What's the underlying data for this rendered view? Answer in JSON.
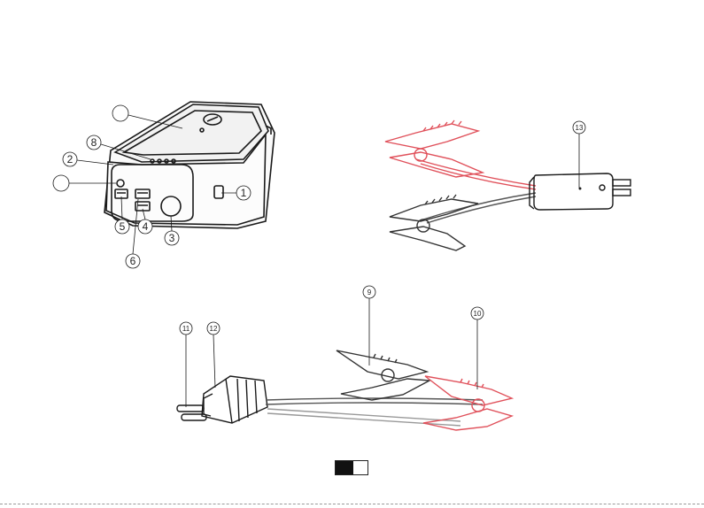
{
  "callouts": {
    "c1": "1",
    "c2": "2",
    "c3": "3",
    "c4": "4",
    "c5": "5",
    "c6": "6",
    "c7": "",
    "c8": "8",
    "c9": "9",
    "c10": "10",
    "c11": "11",
    "c12": "12",
    "c13": "13",
    "c14": ""
  },
  "page": {
    "number": ""
  },
  "colors": {
    "line": "#1a1a1a",
    "red_clamp": "#e0505a",
    "gray": "#555555"
  }
}
